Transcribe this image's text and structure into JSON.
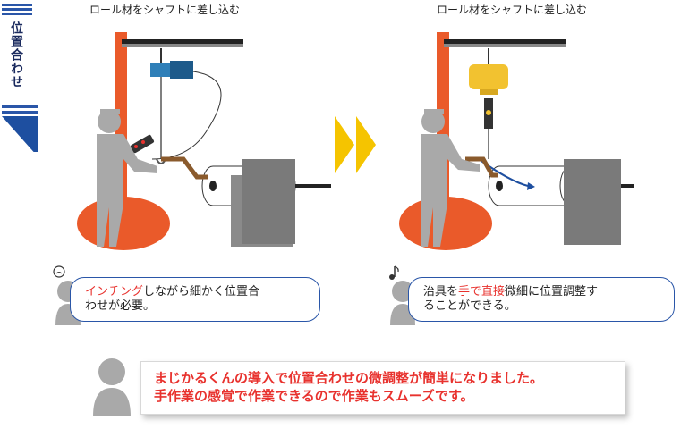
{
  "side_label": "位置合わせ",
  "left_panel": {
    "caption": "ロール材をシャフトに差し込む",
    "bubble_part1": "インチング",
    "bubble_part2": "しながら細かく位置合",
    "bubble_part3": "わせが必要。"
  },
  "right_panel": {
    "caption": "ロール材をシャフトに差し込む",
    "bubble_part1": "治具を",
    "bubble_part2": "手で直接",
    "bubble_part3": "微細に位置調整す",
    "bubble_part4": "ることができる。"
  },
  "summary": {
    "line1": "まじかるくんの導入で位置合わせの微調整が簡単になりました。",
    "line2": "手作業の感覚で作業できるので作業もスムーズです。"
  },
  "colors": {
    "crane_orange": "#ea5a2a",
    "figure_gray": "#a9a9a9",
    "hoist_blue": "#2f7fb8",
    "hoist_yellow": "#f2c230",
    "arrow_yellow": "#f5c400",
    "accent_blue": "#1e4fa0",
    "text_red": "#e8322e"
  },
  "icons": [
    "worried-face-icon",
    "music-note-icon",
    "next-arrow-icon"
  ]
}
